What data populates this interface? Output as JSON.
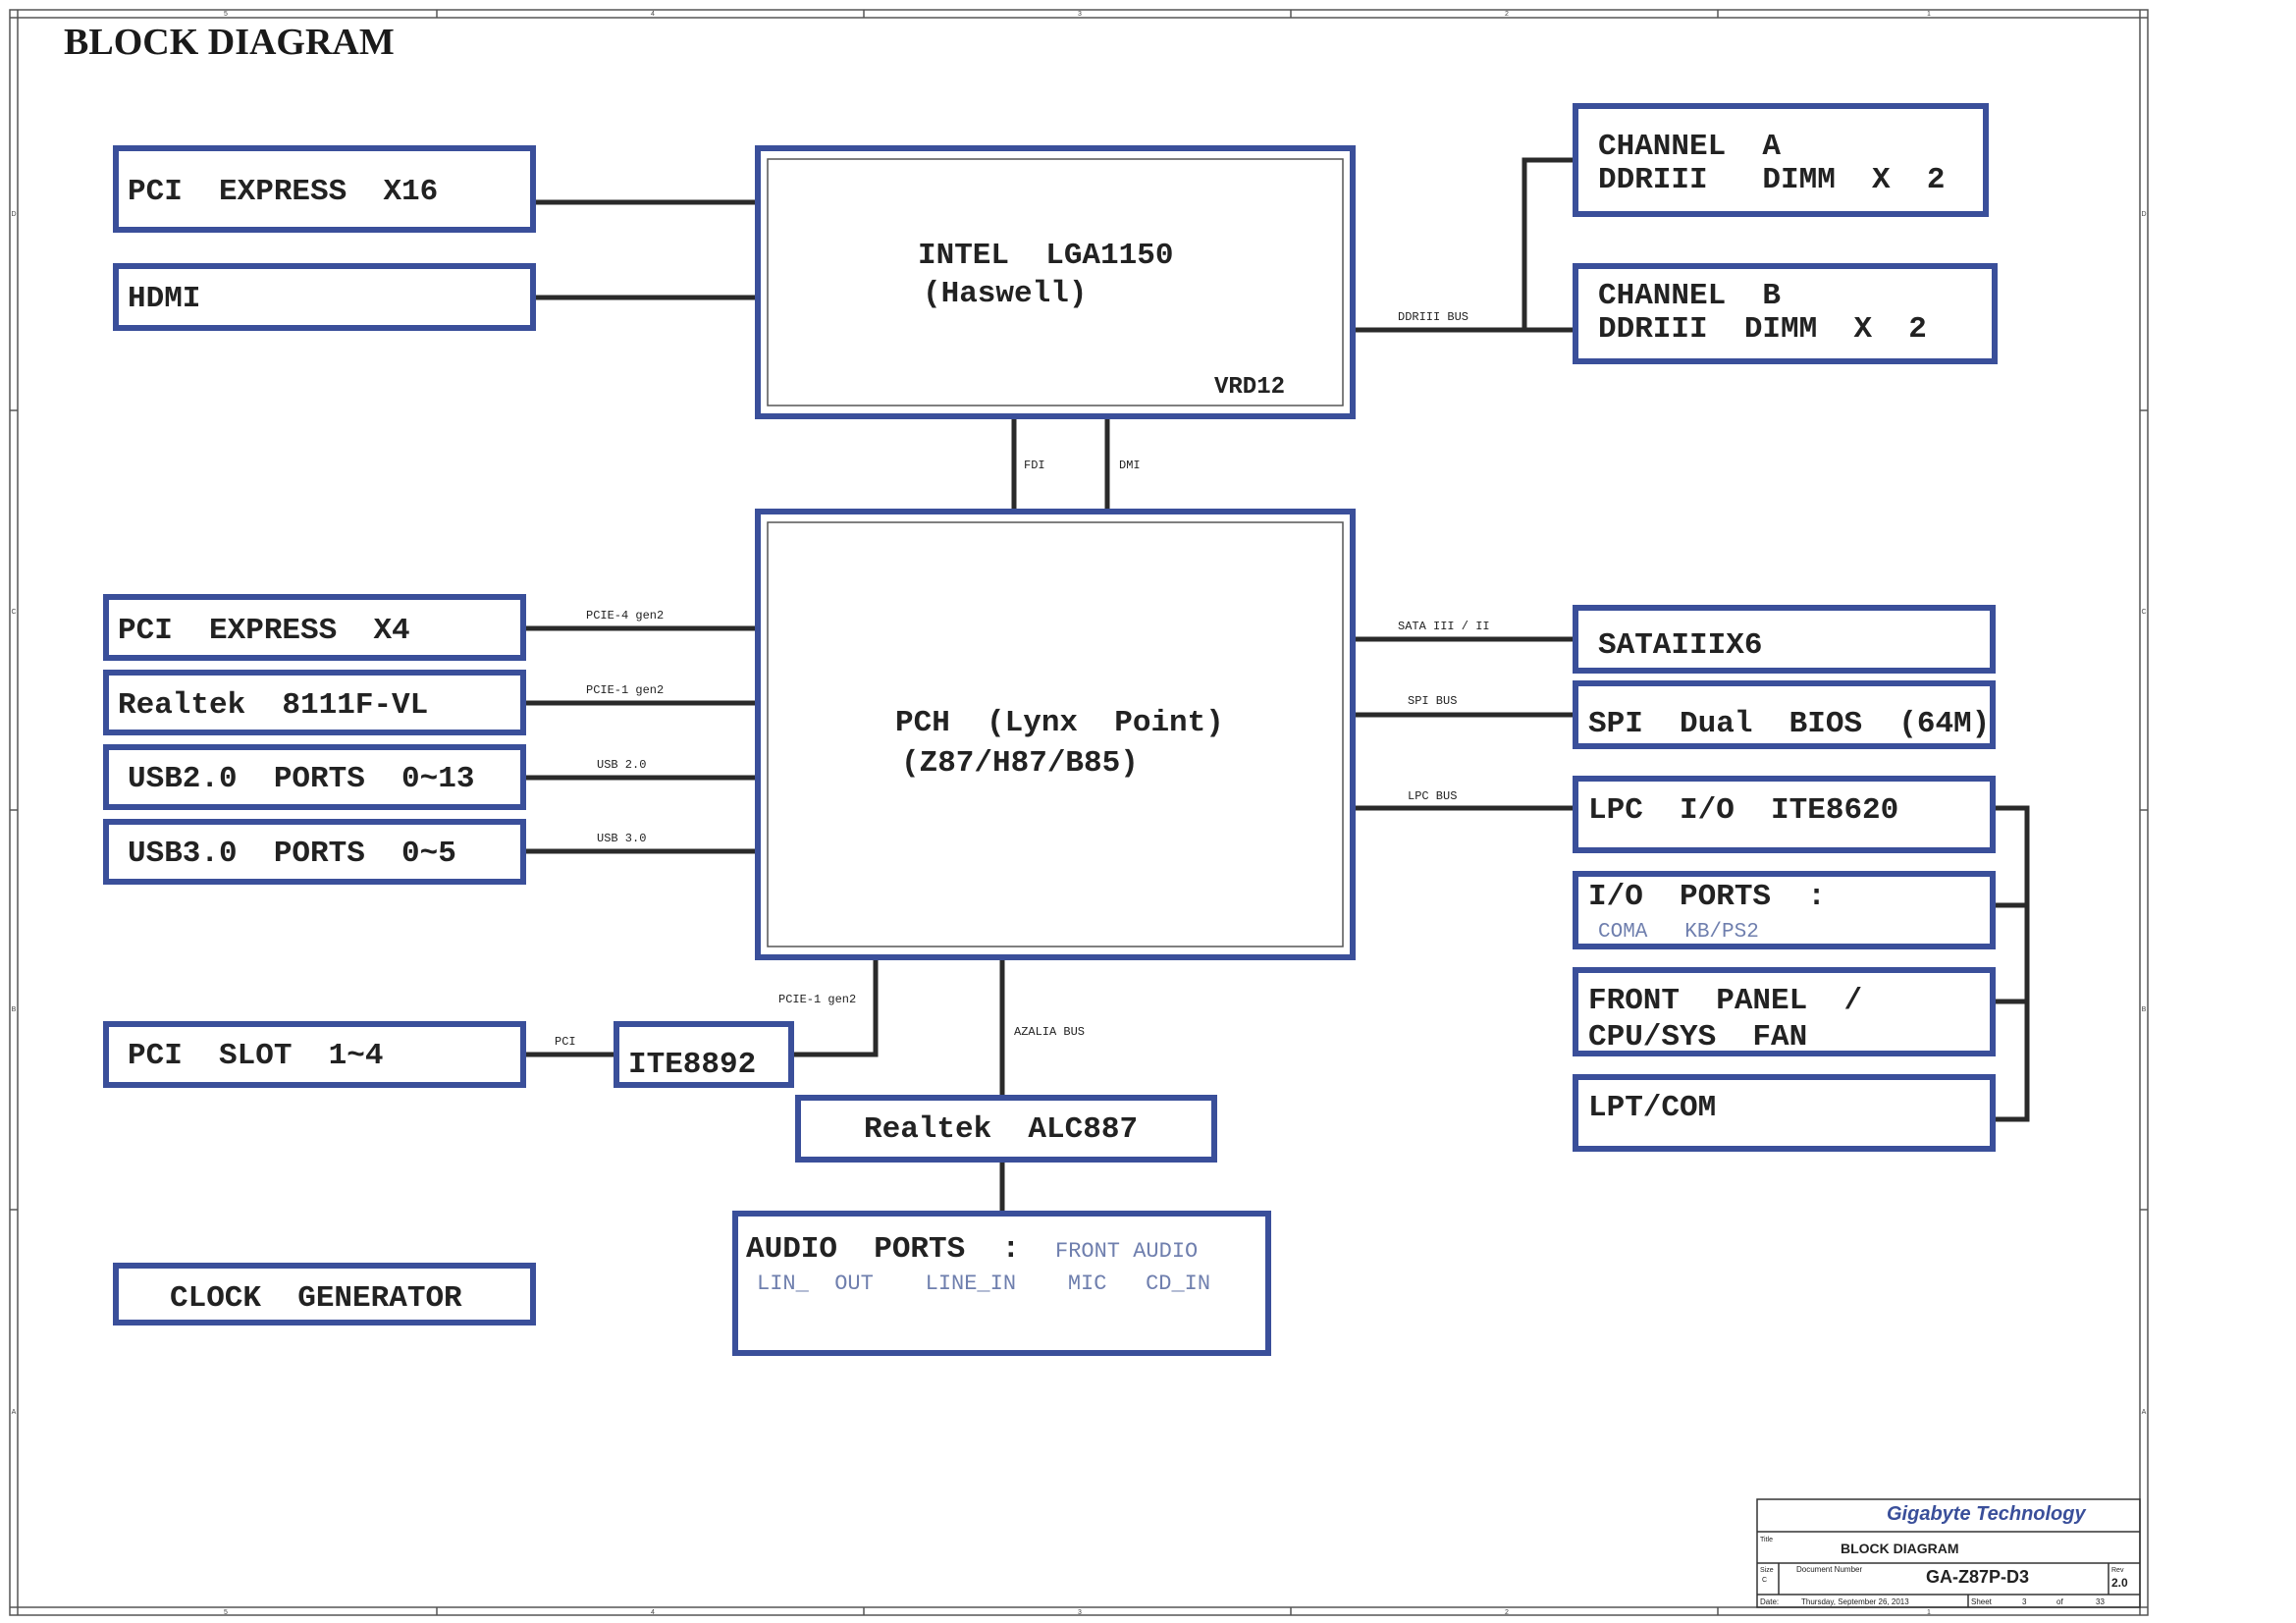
{
  "title": "BLOCK DIAGRAM",
  "colors": {
    "box": "#3a4f9a",
    "line": "#2a2a2a",
    "dim_text": "#6f7fae",
    "title_block_brand": "#3a4f9a"
  },
  "blocks": {
    "pcie_x16": "PCI  EXPRESS  X16",
    "hdmi": "HDMI",
    "cpu_line1": "INTEL  LGA1150",
    "cpu_line2": "(Haswell)",
    "cpu_vrd": "VRD12",
    "channel_a_line1": "CHANNEL  A",
    "channel_a_line2": "DDRIII   DIMM  X  2",
    "channel_b_line1": "CHANNEL  B",
    "channel_b_line2": "DDRIII  DIMM  X  2",
    "pch_line1": "PCH  (Lynx  Point)",
    "pch_line2": "(Z87/H87/B85)",
    "pcie_x4": "PCI  EXPRESS  X4",
    "realtek_lan": "Realtek  8111F-VL",
    "usb2": "USB2.0  PORTS  0~13",
    "usb3": "USB3.0  PORTS  0~5",
    "sata": "SATAIIIX6",
    "spi_bios": "SPI  Dual  BIOS  (64M)",
    "lpc_io": "LPC  I/O  ITE8620",
    "io_ports": "I/O  PORTS  :",
    "io_ports_sub": "COMA   KB/PS2",
    "front_panel_line1": "FRONT  PANEL  /",
    "front_panel_line2": "CPU/SYS  FAN",
    "lpt_com": "LPT/COM",
    "pci_slot": "PCI  SLOT  1~4",
    "ite8892": "ITE8892",
    "realtek_audio": "Realtek  ALC887",
    "audio_ports": "AUDIO  PORTS  :",
    "audio_front": "FRONT AUDIO",
    "audio_sub": "LIN_  OUT    LINE_IN    MIC   CD_IN",
    "clock_gen": "CLOCK  GENERATOR"
  },
  "buses": {
    "ddriii": "DDRIII BUS",
    "fdi": "FDI",
    "dmi": "DMI",
    "pcie4": "PCIE-4 gen2",
    "pcie1_lan": "PCIE-1 gen2",
    "usb20": "USB 2.0",
    "usb30": "USB 3.0",
    "sata": "SATA III / II",
    "spi": "SPI BUS",
    "lpc": "LPC BUS",
    "pcie1_ite": "PCIE-1 gen2",
    "pci": "PCI",
    "azalia": "AZALIA BUS"
  },
  "border": {
    "cols_top": [
      "5",
      "4",
      "3",
      "2",
      "1"
    ],
    "rows_left": [
      "D",
      "C",
      "B",
      "A"
    ]
  },
  "title_block": {
    "company": "Gigabyte Technology",
    "title_label": "Title",
    "title": "BLOCK DIAGRAM",
    "size_label": "Size",
    "size": "C",
    "doc_label": "Document Number",
    "doc": "GA-Z87P-D3",
    "rev_label": "Rev",
    "rev": "2.0",
    "date_label": "Date:",
    "date": "Thursday, September 26, 2013",
    "sheet_label": "Sheet",
    "sheet": "3",
    "of_label": "of",
    "of": "33"
  }
}
